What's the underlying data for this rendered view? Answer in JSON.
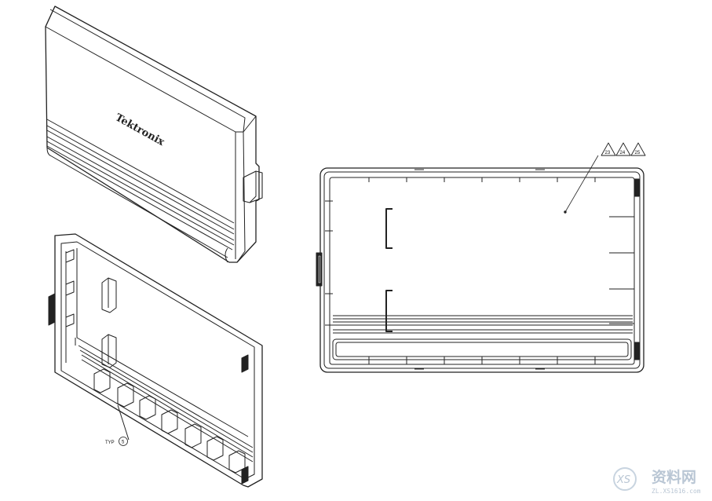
{
  "drawing": {
    "brand_text": "Tektronix",
    "typ_label": "TYP",
    "typ_number": "5",
    "callouts": [
      "23",
      "24",
      "25"
    ]
  },
  "watermark": {
    "logo_text": "XS",
    "chinese_text": "资料网",
    "url": "ZL.XS1616.com"
  }
}
